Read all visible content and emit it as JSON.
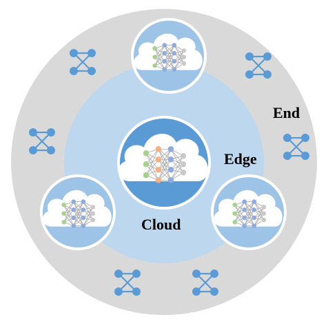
{
  "labels": {
    "end": "End",
    "edge": "Edge",
    "cloud": "Cloud"
  },
  "colors": {
    "outer_ring": "#d9d9d9",
    "middle_ring": "#bdd7ee",
    "cloud_node_fill": "#5b9bd5",
    "edge_node_fill": "#9dc3e6",
    "node_border": "#ffffff",
    "cloud_shape": "#ffffff",
    "end_device": "#5b9bd5",
    "nn_orange": "#f4b183",
    "nn_green": "#a9d18e",
    "nn_blue": "#8faadc",
    "nn_gray": "#c9c9c9",
    "nn_link": "#a6a6a6"
  },
  "icons": {
    "end_device": "end-device-icon",
    "neural_network": "neural-network-icon",
    "cloud": "cloud-icon"
  }
}
